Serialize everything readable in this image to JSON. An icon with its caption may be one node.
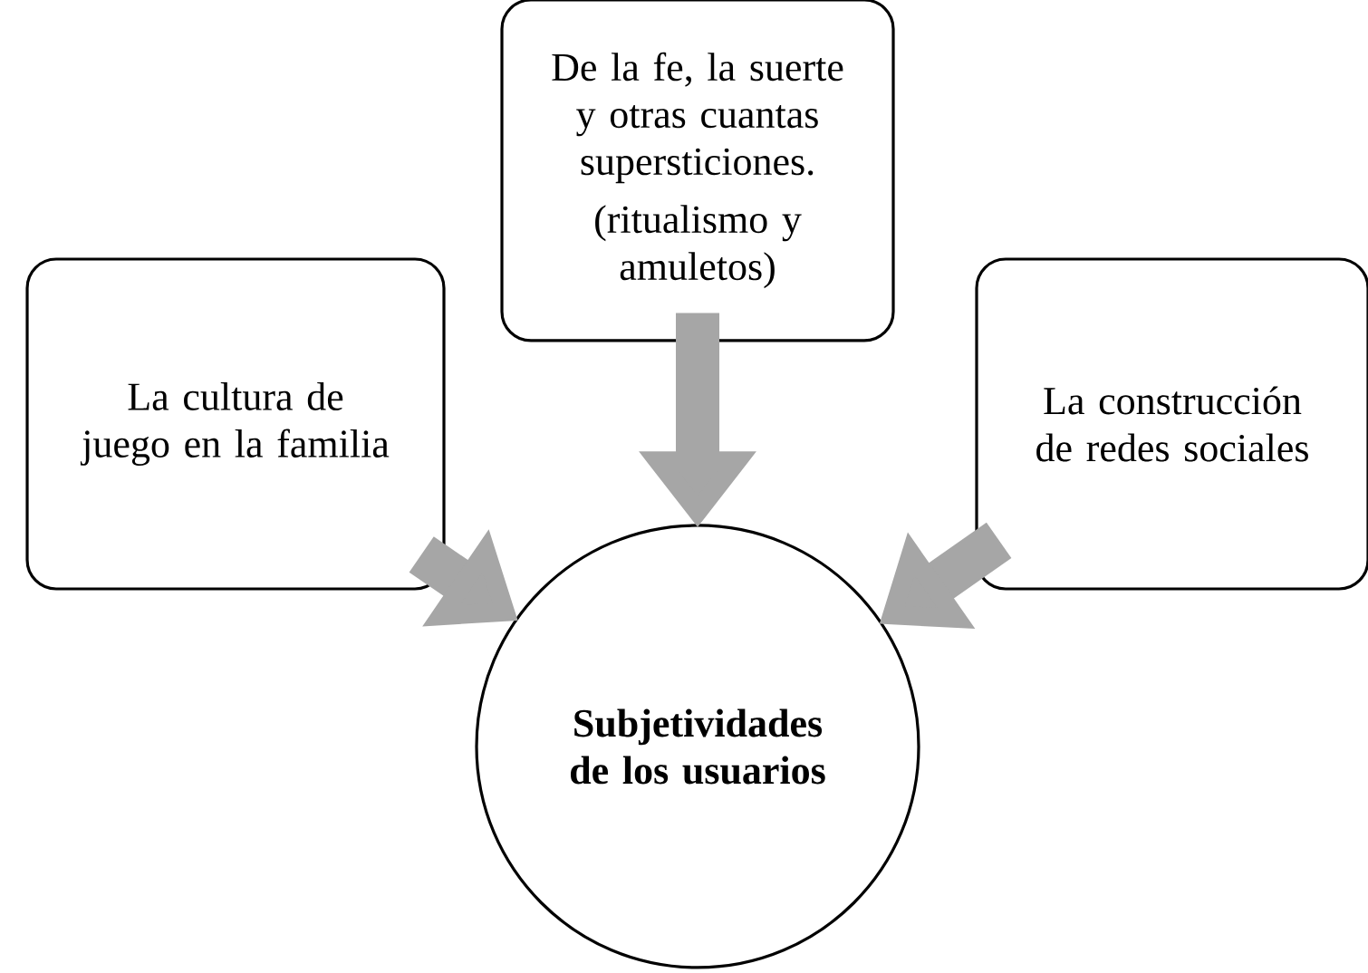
{
  "diagram": {
    "nodes": [
      {
        "text": [
          "La cultura de juego en la familia"
        ]
      },
      {
        "text": [
          "De la fe, la suerte y otras cuantas supersticiones.",
          "(ritualismo y amuletos)"
        ]
      },
      {
        "text": [
          "La construcción de redes sociales"
        ]
      },
      {
        "text": [
          "Subjetividades de los usuarios"
        ]
      }
    ],
    "edges": [
      {
        "from": 0,
        "to": 3,
        "arrow": "to"
      },
      {
        "from": 1,
        "to": 3,
        "arrow": "to"
      },
      {
        "from": 2,
        "to": 3,
        "arrow": "to"
      }
    ]
  }
}
